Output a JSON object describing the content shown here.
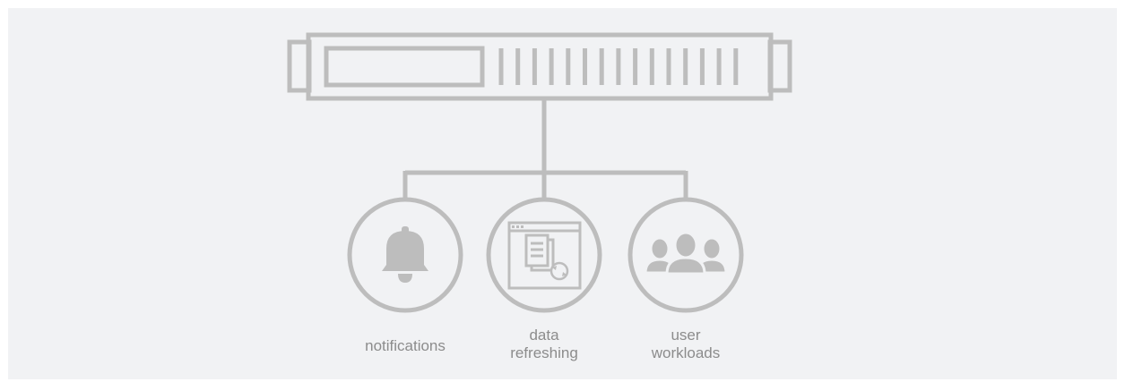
{
  "colors": {
    "panel_background": "#f1f2f4",
    "icon_stroke": "#bdbdbd",
    "label_text": "#8c8c8c"
  },
  "server": {
    "icon": "server-rack-icon",
    "vent_count": 15
  },
  "nodes": [
    {
      "icon": "bell-icon",
      "label_lines": [
        "notifications"
      ]
    },
    {
      "icon": "document-refresh-window-icon",
      "label_lines": [
        "data",
        "refreshing"
      ]
    },
    {
      "icon": "user-group-icon",
      "label_lines": [
        "user",
        "workloads"
      ]
    }
  ]
}
